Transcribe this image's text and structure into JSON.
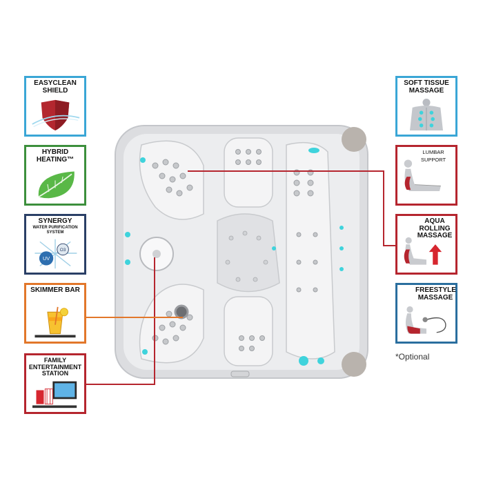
{
  "features_left": [
    {
      "title": "EASYCLEAN SHIELD",
      "icon": "shield-icon",
      "color": "#3aa6d6"
    },
    {
      "title": "HYBRID HEATING™",
      "icon": "leaf-icon",
      "color": "#3c8f3c"
    },
    {
      "title": "SYNERGY",
      "subtitle": "WATER PURIFICATION SYSTEM",
      "icon": "purification-icon",
      "color": "#2a3f66",
      "badges": [
        "UV",
        "O3"
      ]
    },
    {
      "title": "SKIMMER BAR",
      "icon": "drink-icon",
      "color": "#e2772a"
    },
    {
      "title": "FAMILY ENTERTAINMENT STATION",
      "icon": "tv-icon",
      "color": "#b5252e"
    }
  ],
  "features_right": [
    {
      "title": "SOFT TISSUE MASSAGE",
      "icon": "back-massage-icon",
      "color": "#3aa6d6"
    },
    {
      "title": "LUMBAR SUPPORT",
      "icon": "lumbar-seat-icon",
      "color": "#b5252e"
    },
    {
      "title": "AQUA ROLLING MASSAGE",
      "icon": "rolling-massage-icon",
      "color": "#b5252e"
    },
    {
      "title": "FREESTYLE MASSAGE",
      "icon": "freestyle-massage-icon",
      "color": "#2a6e9e"
    }
  ],
  "footnote": "*Optional",
  "colors": {
    "callout_red": "#b5252e",
    "callout_orange": "#e2772a",
    "shell": "#e9eaec",
    "accent": "#3fd3dc"
  }
}
